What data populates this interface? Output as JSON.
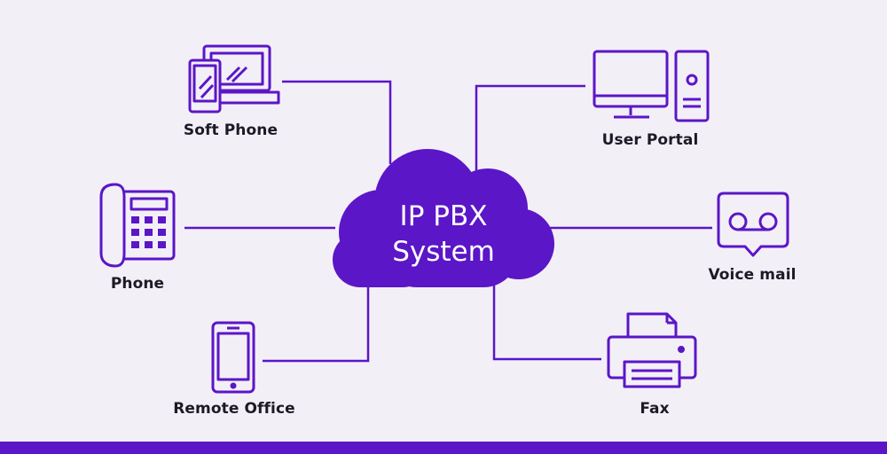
{
  "colors": {
    "accent": "#5b16c7",
    "background": "#f3eff7",
    "text": "#1d1a26"
  },
  "center": {
    "line1": "IP PBX",
    "line2": "System"
  },
  "nodes": {
    "soft_phone": {
      "label": "Soft Phone",
      "icon": "laptop-phone-icon"
    },
    "phone": {
      "label": "Phone",
      "icon": "desk-phone-icon"
    },
    "remote_office": {
      "label": "Remote Office",
      "icon": "mobile-phone-icon"
    },
    "user_portal": {
      "label": "User Portal",
      "icon": "desktop-computer-icon"
    },
    "voice_mail": {
      "label": "Voice mail",
      "icon": "voicemail-icon"
    },
    "fax": {
      "label": "Fax",
      "icon": "fax-machine-icon"
    }
  }
}
